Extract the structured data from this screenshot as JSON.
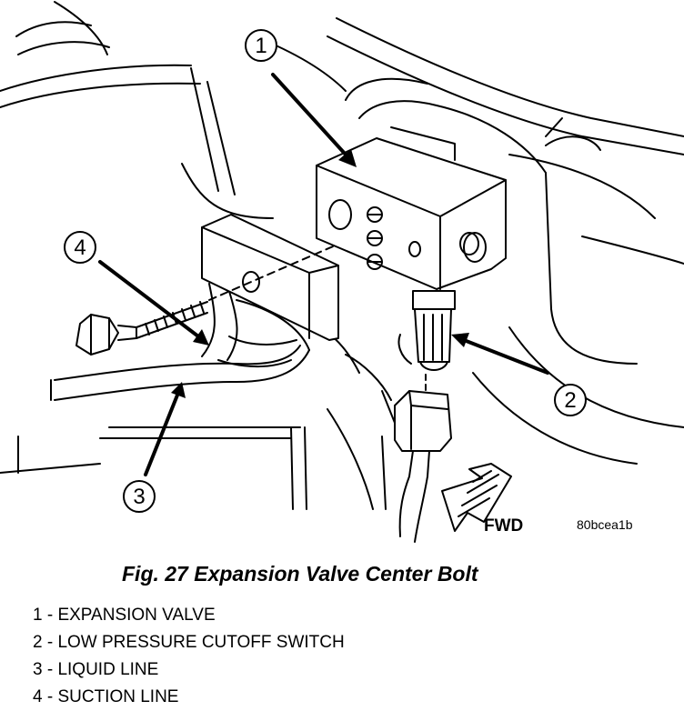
{
  "figure": {
    "caption": "Fig. 27 Expansion Valve Center Bolt",
    "image_code": "80bcea1b",
    "direction_label": "FWD"
  },
  "callouts": [
    "1",
    "2",
    "3",
    "4"
  ],
  "legend": [
    "1 - EXPANSION VALVE",
    "2 - LOW PRESSURE CUTOFF SWITCH",
    "3 - LIQUID LINE",
    "4 - SUCTION LINE"
  ]
}
